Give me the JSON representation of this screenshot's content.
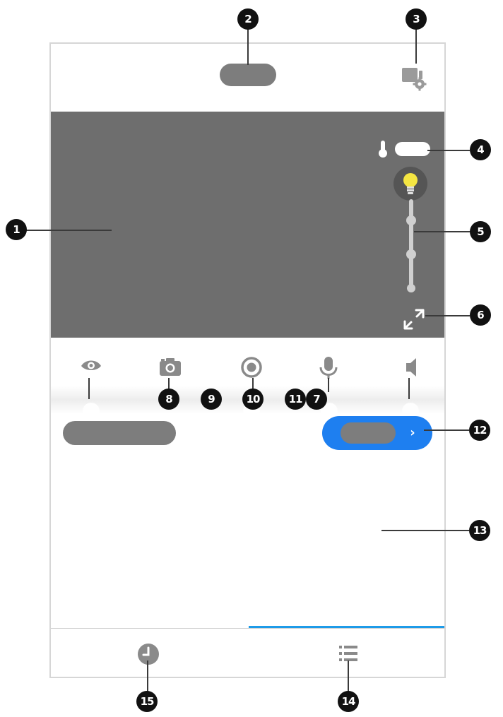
{
  "callouts": {
    "c1": "1",
    "c2": "2",
    "c3": "3",
    "c4": "4",
    "c5": "5",
    "c6": "6",
    "c7": "7",
    "c8": "8",
    "c9": "9",
    "c10": "10",
    "c11": "11",
    "c12": "12",
    "c13": "13",
    "c14": "14",
    "c15": "15"
  },
  "icons": {
    "settings": "camera-settings-icon",
    "temperature": "thermometer-icon",
    "light": "light-bulb-icon",
    "expand": "fullscreen-icon",
    "view": "eye-icon",
    "snapshot": "camera-icon",
    "record": "record-icon",
    "talk": "microphone-icon",
    "speaker": "speaker-icon",
    "history": "clock-icon",
    "list": "list-icon",
    "more": "chevron-right-icon"
  },
  "colors": {
    "video_bg": "#6e6e6e",
    "accent_blue": "#1e7ff0",
    "tab_indicator": "#1e9be8",
    "bulb_yellow": "#f4e542",
    "placeholder_gray": "#7d7d7d"
  },
  "more_button": {
    "chevron": "›"
  },
  "brightness_slider": {
    "level": 1.0,
    "stops": 4
  }
}
